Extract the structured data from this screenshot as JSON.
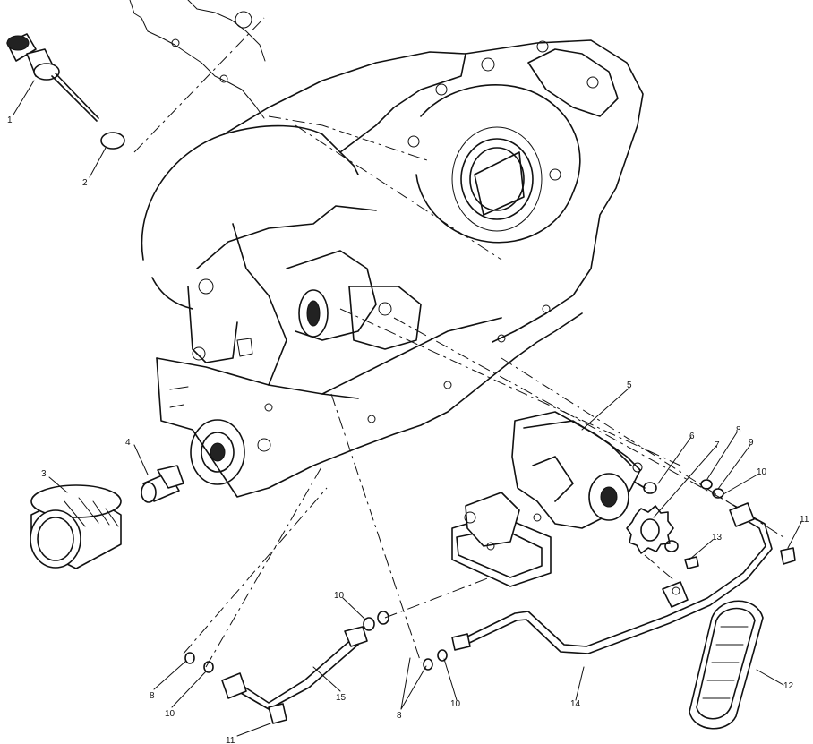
{
  "diagram": {
    "callouts": [
      {
        "id": "c1",
        "text": "1"
      },
      {
        "id": "c2",
        "text": "2"
      },
      {
        "id": "c3",
        "text": "3"
      },
      {
        "id": "c4",
        "text": "4"
      },
      {
        "id": "c5",
        "text": "5"
      },
      {
        "id": "c6",
        "text": "6"
      },
      {
        "id": "c7",
        "text": "7"
      },
      {
        "id": "c8a",
        "text": "8"
      },
      {
        "id": "c9",
        "text": "9"
      },
      {
        "id": "c10a",
        "text": "10"
      },
      {
        "id": "c11a",
        "text": "11"
      },
      {
        "id": "c13",
        "text": "13"
      },
      {
        "id": "c10b",
        "text": "10"
      },
      {
        "id": "c8b",
        "text": "8"
      },
      {
        "id": "c10c",
        "text": "10"
      },
      {
        "id": "c15",
        "text": "15"
      },
      {
        "id": "c8c",
        "text": "8"
      },
      {
        "id": "c10d",
        "text": "10"
      },
      {
        "id": "c14",
        "text": "14"
      },
      {
        "id": "c12",
        "text": "12"
      },
      {
        "id": "c11b",
        "text": "11"
      }
    ]
  }
}
